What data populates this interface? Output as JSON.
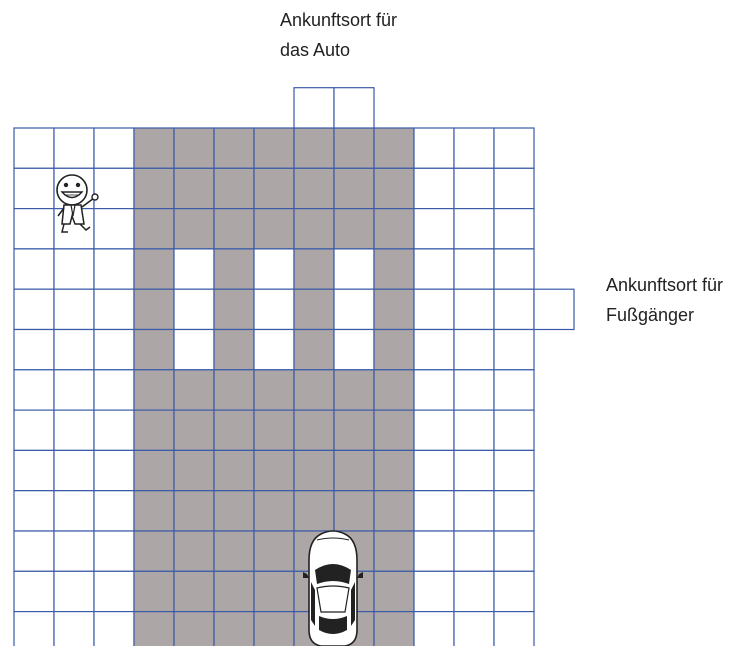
{
  "labels": {
    "car_arrival": "Ankunftsort für\ndas Auto",
    "pedestrian_arrival": "Ankunftsort für\nFußgänger"
  },
  "grid": {
    "rows": 13,
    "cols": 13,
    "line_color": "#3a5ba8",
    "road_color": "#aca6a6",
    "cell_color": "#ffffff",
    "road_cols": [
      3,
      4,
      5,
      6,
      7,
      8,
      9
    ],
    "white_cells_in_road": [
      [
        3,
        4
      ],
      [
        3,
        6
      ],
      [
        3,
        8
      ],
      [
        4,
        4
      ],
      [
        4,
        6
      ],
      [
        4,
        8
      ],
      [
        5,
        4
      ],
      [
        5,
        6
      ],
      [
        5,
        8
      ]
    ],
    "car_goal_cells": [
      7,
      8
    ],
    "pedestrian_goal_row": 4
  },
  "icons": {
    "pedestrian": "smiling-person-icon",
    "car": "car-top-view-icon"
  }
}
